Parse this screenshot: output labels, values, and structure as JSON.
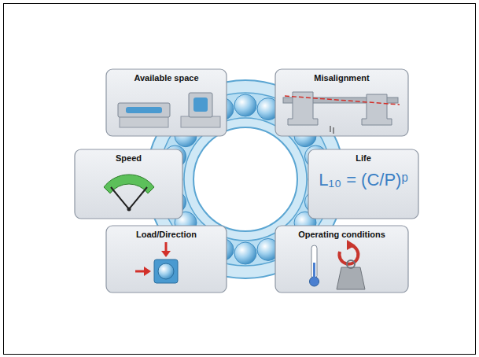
{
  "diagram": {
    "nodes": [
      {
        "text": [
          "Available space"
        ]
      },
      {
        "text": [
          "Misalignment"
        ]
      },
      {
        "text": [
          "Speed"
        ]
      },
      {
        "text": [
          "Life",
          "L₁₀ = (C/P)ᵖ"
        ]
      },
      {
        "text": [
          "Load/Direction"
        ]
      },
      {
        "text": [
          "Operating conditions"
        ]
      }
    ]
  }
}
